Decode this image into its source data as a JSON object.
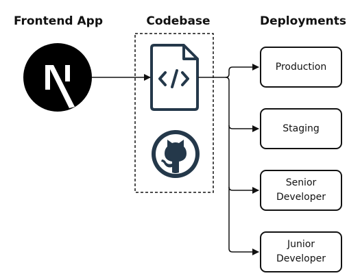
{
  "headers": {
    "frontend": "Frontend App",
    "codebase": "Codebase",
    "deployments": "Deployments"
  },
  "deployments": [
    {
      "label": "Production"
    },
    {
      "label": "Staging"
    },
    {
      "label": "Senior\nDeveloper"
    },
    {
      "label": "Junior\nDeveloper"
    }
  ],
  "icons": {
    "frontend": "nextjs-logo-icon",
    "code": "code-file-icon",
    "repo": "github-logo-icon"
  },
  "colors": {
    "line": "#111111",
    "icon_dark": "#24384a",
    "logo_bg": "#000000",
    "logo_fg": "#ffffff"
  }
}
